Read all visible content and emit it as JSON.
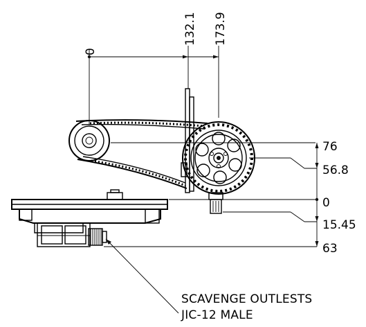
{
  "dimensions": {
    "top_origin": "0",
    "top_1": "132.1",
    "top_2": "173.9",
    "right_1": "76",
    "right_2": "56.8",
    "right_origin": "0",
    "right_3": "15.45",
    "right_4": "63"
  },
  "callout": {
    "line1": "SCAVENGE OUTLESTS",
    "line2": "JIC-12 MALE"
  }
}
